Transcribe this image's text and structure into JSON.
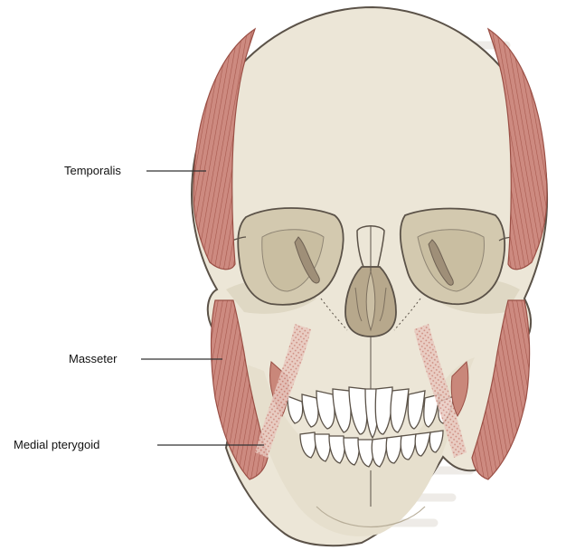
{
  "labels": {
    "temporalis": "Temporalis",
    "masseter": "Masseter",
    "medial_pterygoid": "Medial pterygoid"
  },
  "colors": {
    "bone": "#eae3d3",
    "bone_shadow": "#d4ccb4",
    "muscle": "#cd8a80",
    "muscle_line": "#9a4f45",
    "outline": "#5b5248",
    "label_line": "#333333",
    "background_text": "#e6e2de"
  },
  "icons": {
    "skull": "skull-illustration",
    "temporalis": "temporalis-muscle-shape",
    "masseter": "masseter-muscle-shape",
    "medial_pterygoid": "medial-pterygoid-muscle-shape"
  }
}
